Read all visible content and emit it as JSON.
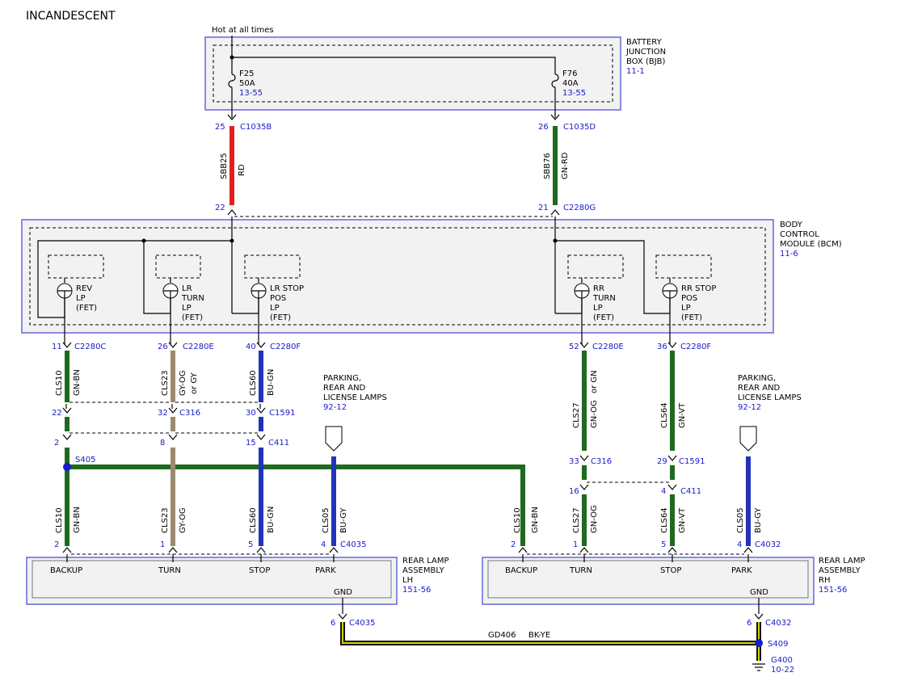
{
  "title": "INCANDESCENT",
  "colors": {
    "red": "#e02020",
    "green": "#1f6a1f",
    "gray": "#9a8a70",
    "blue": "#2233bb",
    "yellow": "#d8d000",
    "black": "#111111",
    "module_border": "#6666dd",
    "ref_text": "#1a1acc"
  },
  "power_label": "Hot at all times",
  "bjb": {
    "name": [
      "BATTERY",
      "JUNCTION",
      "BOX (BJB)"
    ],
    "ref": "11-1",
    "fuses": [
      {
        "id": "F25",
        "rating": "50A",
        "ref": "13-55"
      },
      {
        "id": "F76",
        "rating": "40A",
        "ref": "13-55"
      }
    ]
  },
  "bcm": {
    "name": [
      "BODY",
      "CONTROL",
      "MODULE (BCM)"
    ],
    "ref": "11-6",
    "fets": [
      [
        "REV",
        "LP",
        "(FET)"
      ],
      [
        "LR",
        "TURN",
        "LP",
        "(FET)"
      ],
      [
        "LR STOP",
        "POS",
        "LP",
        "(FET)"
      ],
      [
        "RR",
        "TURN",
        "LP",
        "(FET)"
      ],
      [
        "RR STOP",
        "POS",
        "LP",
        "(FET)"
      ]
    ]
  },
  "feed_wires": [
    {
      "pin_top": "25",
      "conn_top": "C1035B",
      "circuit": "SBB25",
      "color": "RD",
      "pin_bottom": "22",
      "conn_bottom": ""
    },
    {
      "pin_top": "26",
      "conn_top": "C1035D",
      "circuit": "SBB76",
      "color": "GN-RD",
      "pin_bottom": "21",
      "conn_bottom": "C2280G"
    }
  ],
  "bcm_outputs": [
    {
      "pin": "11",
      "conn": "C2280C",
      "circuit": "CLS10",
      "color": "GN-BN"
    },
    {
      "pin": "26",
      "conn": "C2280E",
      "circuit": "CLS23",
      "color": "GY-OG",
      "alt": "or GY"
    },
    {
      "pin": "40",
      "conn": "C2280F",
      "circuit": "CLS60",
      "color": "BU-GN"
    },
    {
      "pin": "52",
      "conn": "C2280E",
      "circuit": "CLS27",
      "color": "GN-OG",
      "alt": "or GN"
    },
    {
      "pin": "36",
      "conn": "C2280F",
      "circuit": "CLS64",
      "color": "GN-VT"
    }
  ],
  "inline_connectors": [
    {
      "pin": "22",
      "conn": ""
    },
    {
      "pin": "32",
      "conn": "C316"
    },
    {
      "pin": "30",
      "conn": "C1591"
    },
    {
      "pin": "2",
      "conn": ""
    },
    {
      "pin": "8",
      "conn": ""
    },
    {
      "pin": "15",
      "conn": "C411"
    },
    {
      "pin": "33",
      "conn": "C316"
    },
    {
      "pin": "29",
      "conn": "C1591"
    },
    {
      "pin": "16",
      "conn": ""
    },
    {
      "pin": "4",
      "conn": "C411"
    }
  ],
  "splices": [
    {
      "id": "S405"
    },
    {
      "id": "S409"
    }
  ],
  "parking_refs": [
    {
      "label": [
        "PARKING,",
        "REAR AND",
        "LICENSE LAMPS"
      ],
      "ref": "92-12"
    },
    {
      "label": [
        "PARKING,",
        "REAR AND",
        "LICENSE LAMPS"
      ],
      "ref": "92-12"
    }
  ],
  "lamp_wires": [
    {
      "circuit": "CLS10",
      "color": "GN-BN",
      "pin": "2"
    },
    {
      "circuit": "CLS23",
      "color": "GY-OG",
      "pin": "1"
    },
    {
      "circuit": "CLS60",
      "color": "BU-GN",
      "pin": "5"
    },
    {
      "circuit": "CLS05",
      "color": "BU-GY",
      "pin": "4",
      "conn": "C4035"
    },
    {
      "circuit": "CLS10",
      "color": "GN-BN",
      "pin": "2"
    },
    {
      "circuit": "CLS27",
      "color": "GN-OG",
      "pin": "1"
    },
    {
      "circuit": "CLS64",
      "color": "GN-VT",
      "pin": "5"
    },
    {
      "circuit": "CLS05",
      "color": "BU-GY",
      "pin": "4",
      "conn": "C4032"
    }
  ],
  "lamp_lh": {
    "name": [
      "REAR LAMP",
      "ASSEMBLY",
      "LH"
    ],
    "ref": "151-56",
    "terminals": [
      "BACKUP",
      "TURN",
      "STOP",
      "PARK",
      "GND"
    ]
  },
  "lamp_rh": {
    "name": [
      "REAR LAMP",
      "ASSEMBLY",
      "RH"
    ],
    "ref": "151-56",
    "terminals": [
      "BACKUP",
      "TURN",
      "STOP",
      "PARK",
      "GND"
    ]
  },
  "ground": {
    "lh_pin": "6",
    "lh_conn": "C4035",
    "rh_pin": "6",
    "rh_conn": "C4032",
    "circuit": "GD406",
    "color": "BK-YE",
    "ground_id": "G400",
    "ground_ref": "10-22"
  }
}
